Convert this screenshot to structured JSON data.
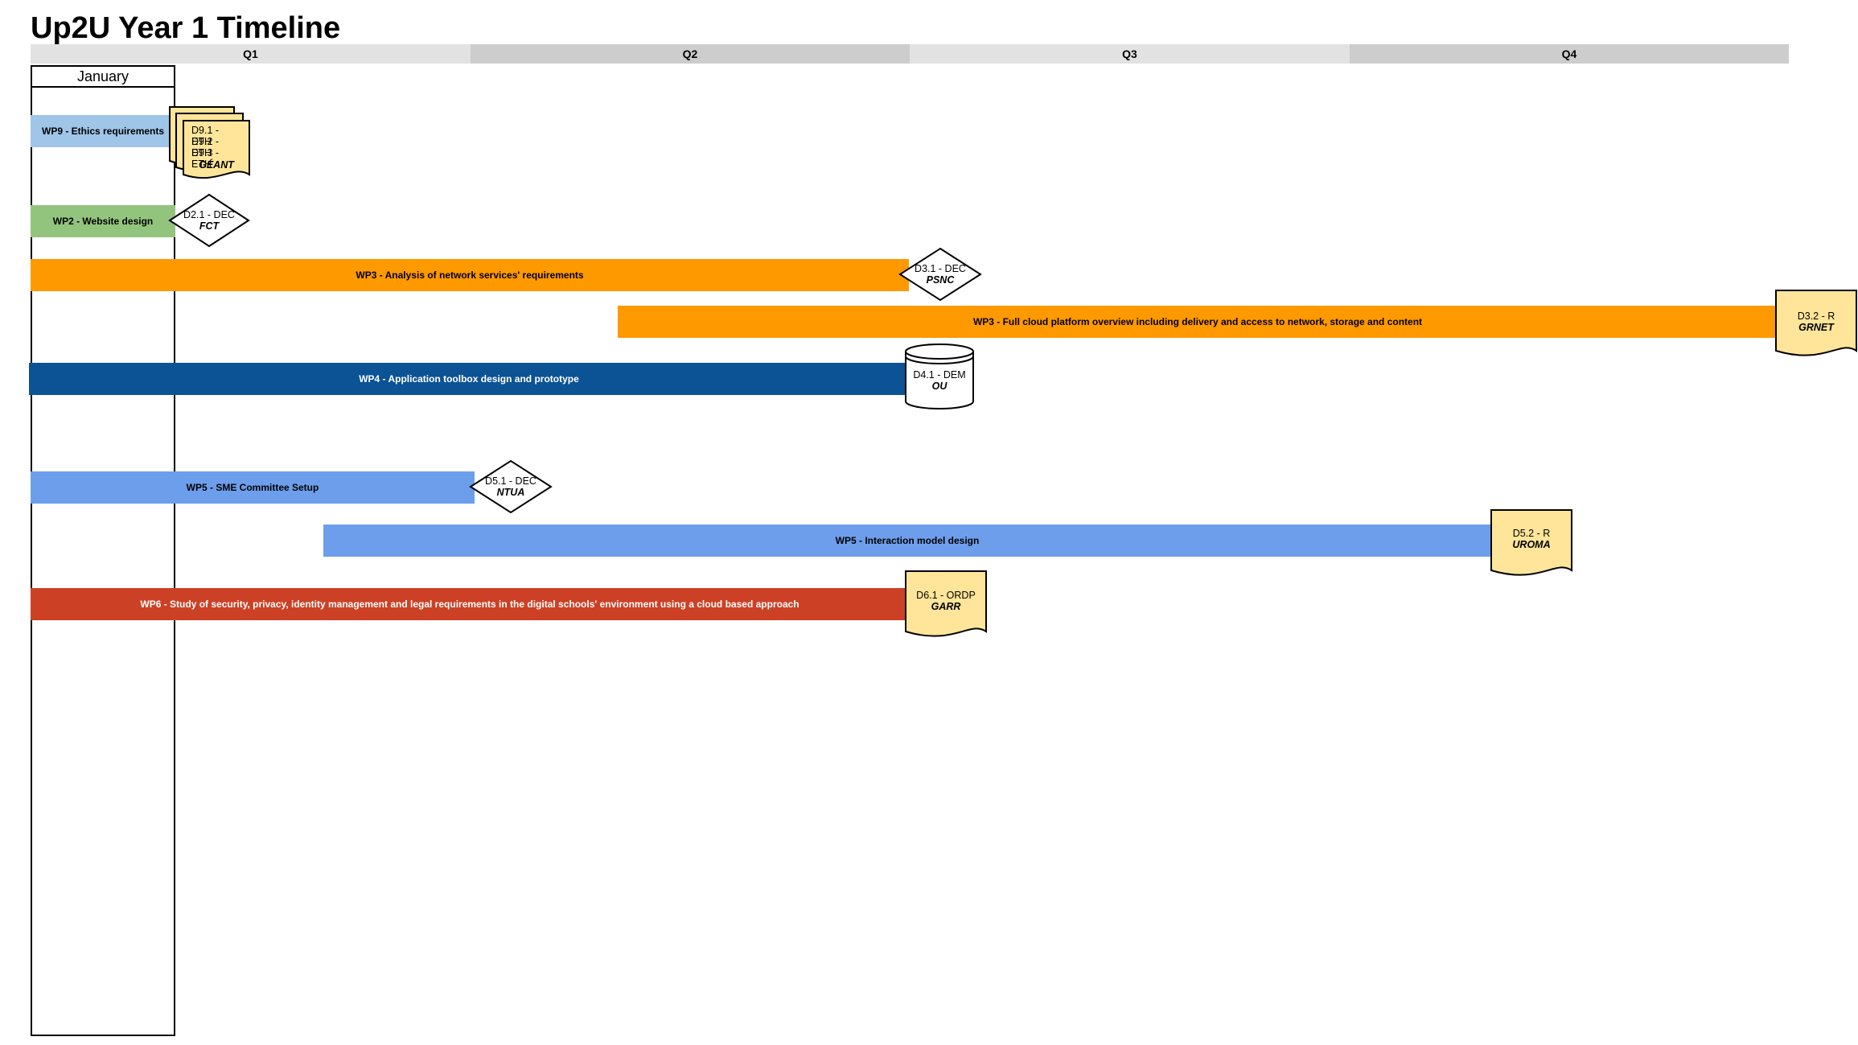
{
  "title": "Up2U Year 1 Timeline",
  "quarters": [
    "Q1",
    "Q2",
    "Q3",
    "Q4"
  ],
  "colors": {
    "quarter_light": "#e2e2e2",
    "quarter_dark": "#cdcdcd",
    "wp9": "#9fc5e8",
    "wp2": "#93c47d",
    "wp3": "#ff9900",
    "wp4": "#0b5394",
    "wp5": "#6d9eeb",
    "wp6": "#cc4125",
    "document_fill": "#ffe599"
  },
  "month": "January",
  "tasks": {
    "wp9": "WP9 - Ethics requirements",
    "wp2": "WP2 - Website design",
    "wp3a": "WP3 - Analysis of network services' requirements",
    "wp3b": "WP3 - Full cloud platform overview including delivery and access to network, storage and content",
    "wp4": "WP4 - Application toolbox design and prototype",
    "wp5a": "WP5 - SME Committee Setup",
    "wp5b": "WP5 - Interaction model design",
    "wp6": "WP6 - Study of security, privacy, identity management and legal requirements in the digital schools' environment using a cloud based approach"
  },
  "deliverables": {
    "d9": {
      "lines": [
        "D9.1 - ETH",
        "D9.2 - ETH",
        "D9.3 - ETH"
      ],
      "owner": "GÉANT"
    },
    "d21": {
      "label": "D2.1 - DEC",
      "owner": "FCT"
    },
    "d31": {
      "label": "D3.1 - DEC",
      "owner": "PSNC"
    },
    "d32": {
      "label": "D3.2 - R",
      "owner": "GRNET"
    },
    "d41": {
      "label": "D4.1 - DEM",
      "owner": "OU"
    },
    "d51": {
      "label": "D5.1 - DEC",
      "owner": "NTUA"
    },
    "d52": {
      "label": "D5.2 - R",
      "owner": "UROMA"
    },
    "d61": {
      "label": "D6.1 - ORDP",
      "owner": "GARR"
    }
  }
}
